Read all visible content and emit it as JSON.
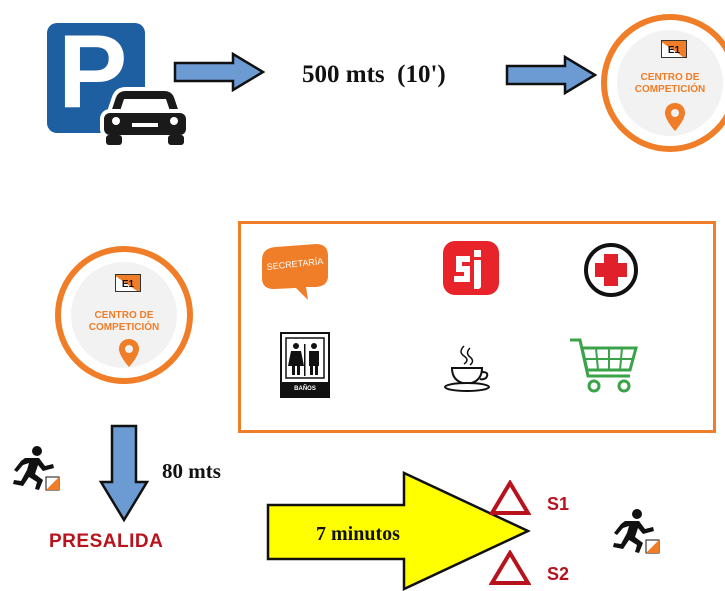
{
  "distance_parking": "500 mts  (10')",
  "distance_presalida": "80 mts",
  "presalida_label": "PRESALIDA",
  "minutes_label": "7 minutos",
  "start_s1": "S1",
  "start_s2": "S2",
  "parking_letter": "P",
  "centro_badge": {
    "line1": "CENTRO DE",
    "line2": "COMPETICIÓN",
    "flag_label": "E1"
  },
  "services": {
    "secretaria_label": "SECRETARÍA",
    "banos_label": "BAÑOS"
  },
  "icons": [
    "parking-icon",
    "car-icon",
    "arrow-right-icon",
    "location-pin-icon",
    "secretaria-icon",
    "sportident-icon",
    "first-aid-icon",
    "restroom-icon",
    "coffee-cup-icon",
    "shopping-cart-icon",
    "orienteering-runner-icon",
    "arrow-down-icon",
    "warning-triangle-icon"
  ],
  "colors": {
    "orange": "#f07d27",
    "parking_blue": "#1d5fa0",
    "arrow_blue": "#6b9bd2",
    "yellow_arrow": "#ffff00",
    "red": "#b8121d",
    "cart_green": "#3aa34a"
  }
}
